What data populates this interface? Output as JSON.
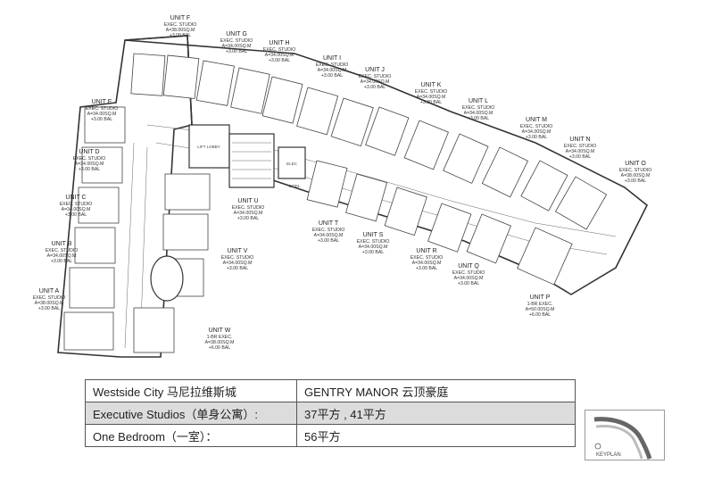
{
  "units": [
    {
      "name": "UNIT F",
      "type": "EXEC. STUDIO",
      "area": "A=38.00SQ.M",
      "bal": "+3.00 BAL"
    },
    {
      "name": "UNIT G",
      "type": "EXEC. STUDIO",
      "area": "A=34.00SQ.M",
      "bal": "+3.00 BAL"
    },
    {
      "name": "UNIT H",
      "type": "EXEC. STUDIO",
      "area": "A=34.00SQ.M",
      "bal": "+3.00 BAL"
    },
    {
      "name": "UNIT I",
      "type": "EXEC. STUDIO",
      "area": "A=34.00SQ.M",
      "bal": "+3.00 BAL"
    },
    {
      "name": "UNIT J",
      "type": "EXEC. STUDIO",
      "area": "A=34.00SQ.M",
      "bal": "+3.00 BAL"
    },
    {
      "name": "UNIT K",
      "type": "EXEC. STUDIO",
      "area": "A=34.00SQ.M",
      "bal": "+3.00 BAL"
    },
    {
      "name": "UNIT L",
      "type": "EXEC. STUDIO",
      "area": "A=34.00SQ.M",
      "bal": "+3.00 BAL"
    },
    {
      "name": "UNIT M",
      "type": "EXEC. STUDIO",
      "area": "A=34.00SQ.M",
      "bal": "+3.00 BAL"
    },
    {
      "name": "UNIT N",
      "type": "EXEC. STUDIO",
      "area": "A=34.00SQ.M",
      "bal": "+3.00 BAL"
    },
    {
      "name": "UNIT O",
      "type": "EXEC. STUDIO",
      "area": "A=38.00SQ.M",
      "bal": "+3.00 BAL"
    },
    {
      "name": "UNIT E",
      "type": "EXEC. STUDIO",
      "area": "A=34.00SQ.M",
      "bal": "+3.00 BAL"
    },
    {
      "name": "UNIT D",
      "type": "EXEC. STUDIO",
      "area": "A=34.00SQ.M",
      "bal": "+3.00 BAL"
    },
    {
      "name": "UNIT C",
      "type": "EXEC. STUDIO",
      "area": "A=34.00SQ.M",
      "bal": "+3.00 BAL"
    },
    {
      "name": "UNIT B",
      "type": "EXEC. STUDIO",
      "area": "A=34.00SQ.M",
      "bal": "+3.00 BAL"
    },
    {
      "name": "UNIT A",
      "type": "EXEC. STUDIO",
      "area": "A=38.00SQ.M",
      "bal": "+3.00 BAL"
    },
    {
      "name": "UNIT U",
      "type": "EXEC. STUDIO",
      "area": "A=34.00SQ.M",
      "bal": "+3.00 BAL"
    },
    {
      "name": "UNIT V",
      "type": "EXEC. STUDIO",
      "area": "A=34.00SQ.M",
      "bal": "+3.00 BAL"
    },
    {
      "name": "UNIT W",
      "type": "1-BR EXEC.",
      "area": "A=38.00SQ.M",
      "bal": "+6.00 BAL"
    },
    {
      "name": "UNIT T",
      "type": "EXEC. STUDIO",
      "area": "A=34.00SQ.M",
      "bal": "+3.00 BAL"
    },
    {
      "name": "UNIT S",
      "type": "EXEC. STUDIO",
      "area": "A=34.00SQ.M",
      "bal": "+3.00 BAL"
    },
    {
      "name": "UNIT R",
      "type": "EXEC. STUDIO",
      "area": "A=34.00SQ.M",
      "bal": "+3.00 BAL"
    },
    {
      "name": "UNIT Q",
      "type": "EXEC. STUDIO",
      "area": "A=34.00SQ.M",
      "bal": "+3.00 BAL"
    },
    {
      "name": "UNIT P",
      "type": "1-BR EXEC.",
      "area": "A=50.00SQ.M",
      "bal": "+6.00 BAL"
    }
  ],
  "core_labels": {
    "lift_lobby": "LIFT LOBBY",
    "elec": "ELEC",
    "gt_el": "GT/EL"
  },
  "table": {
    "row1": {
      "col1": "Westside City 马尼拉维斯城",
      "col2": "GENTRY MANOR    云顶豪庭"
    },
    "row2": {
      "col1": "Executive Studios（单身公寓）:",
      "col2": "37平方 , 41平方"
    },
    "row3": {
      "col1": "One Bedroom（一室）：",
      "col2": "56平方"
    }
  },
  "keyplan": {
    "label": "KEYPLAN"
  }
}
